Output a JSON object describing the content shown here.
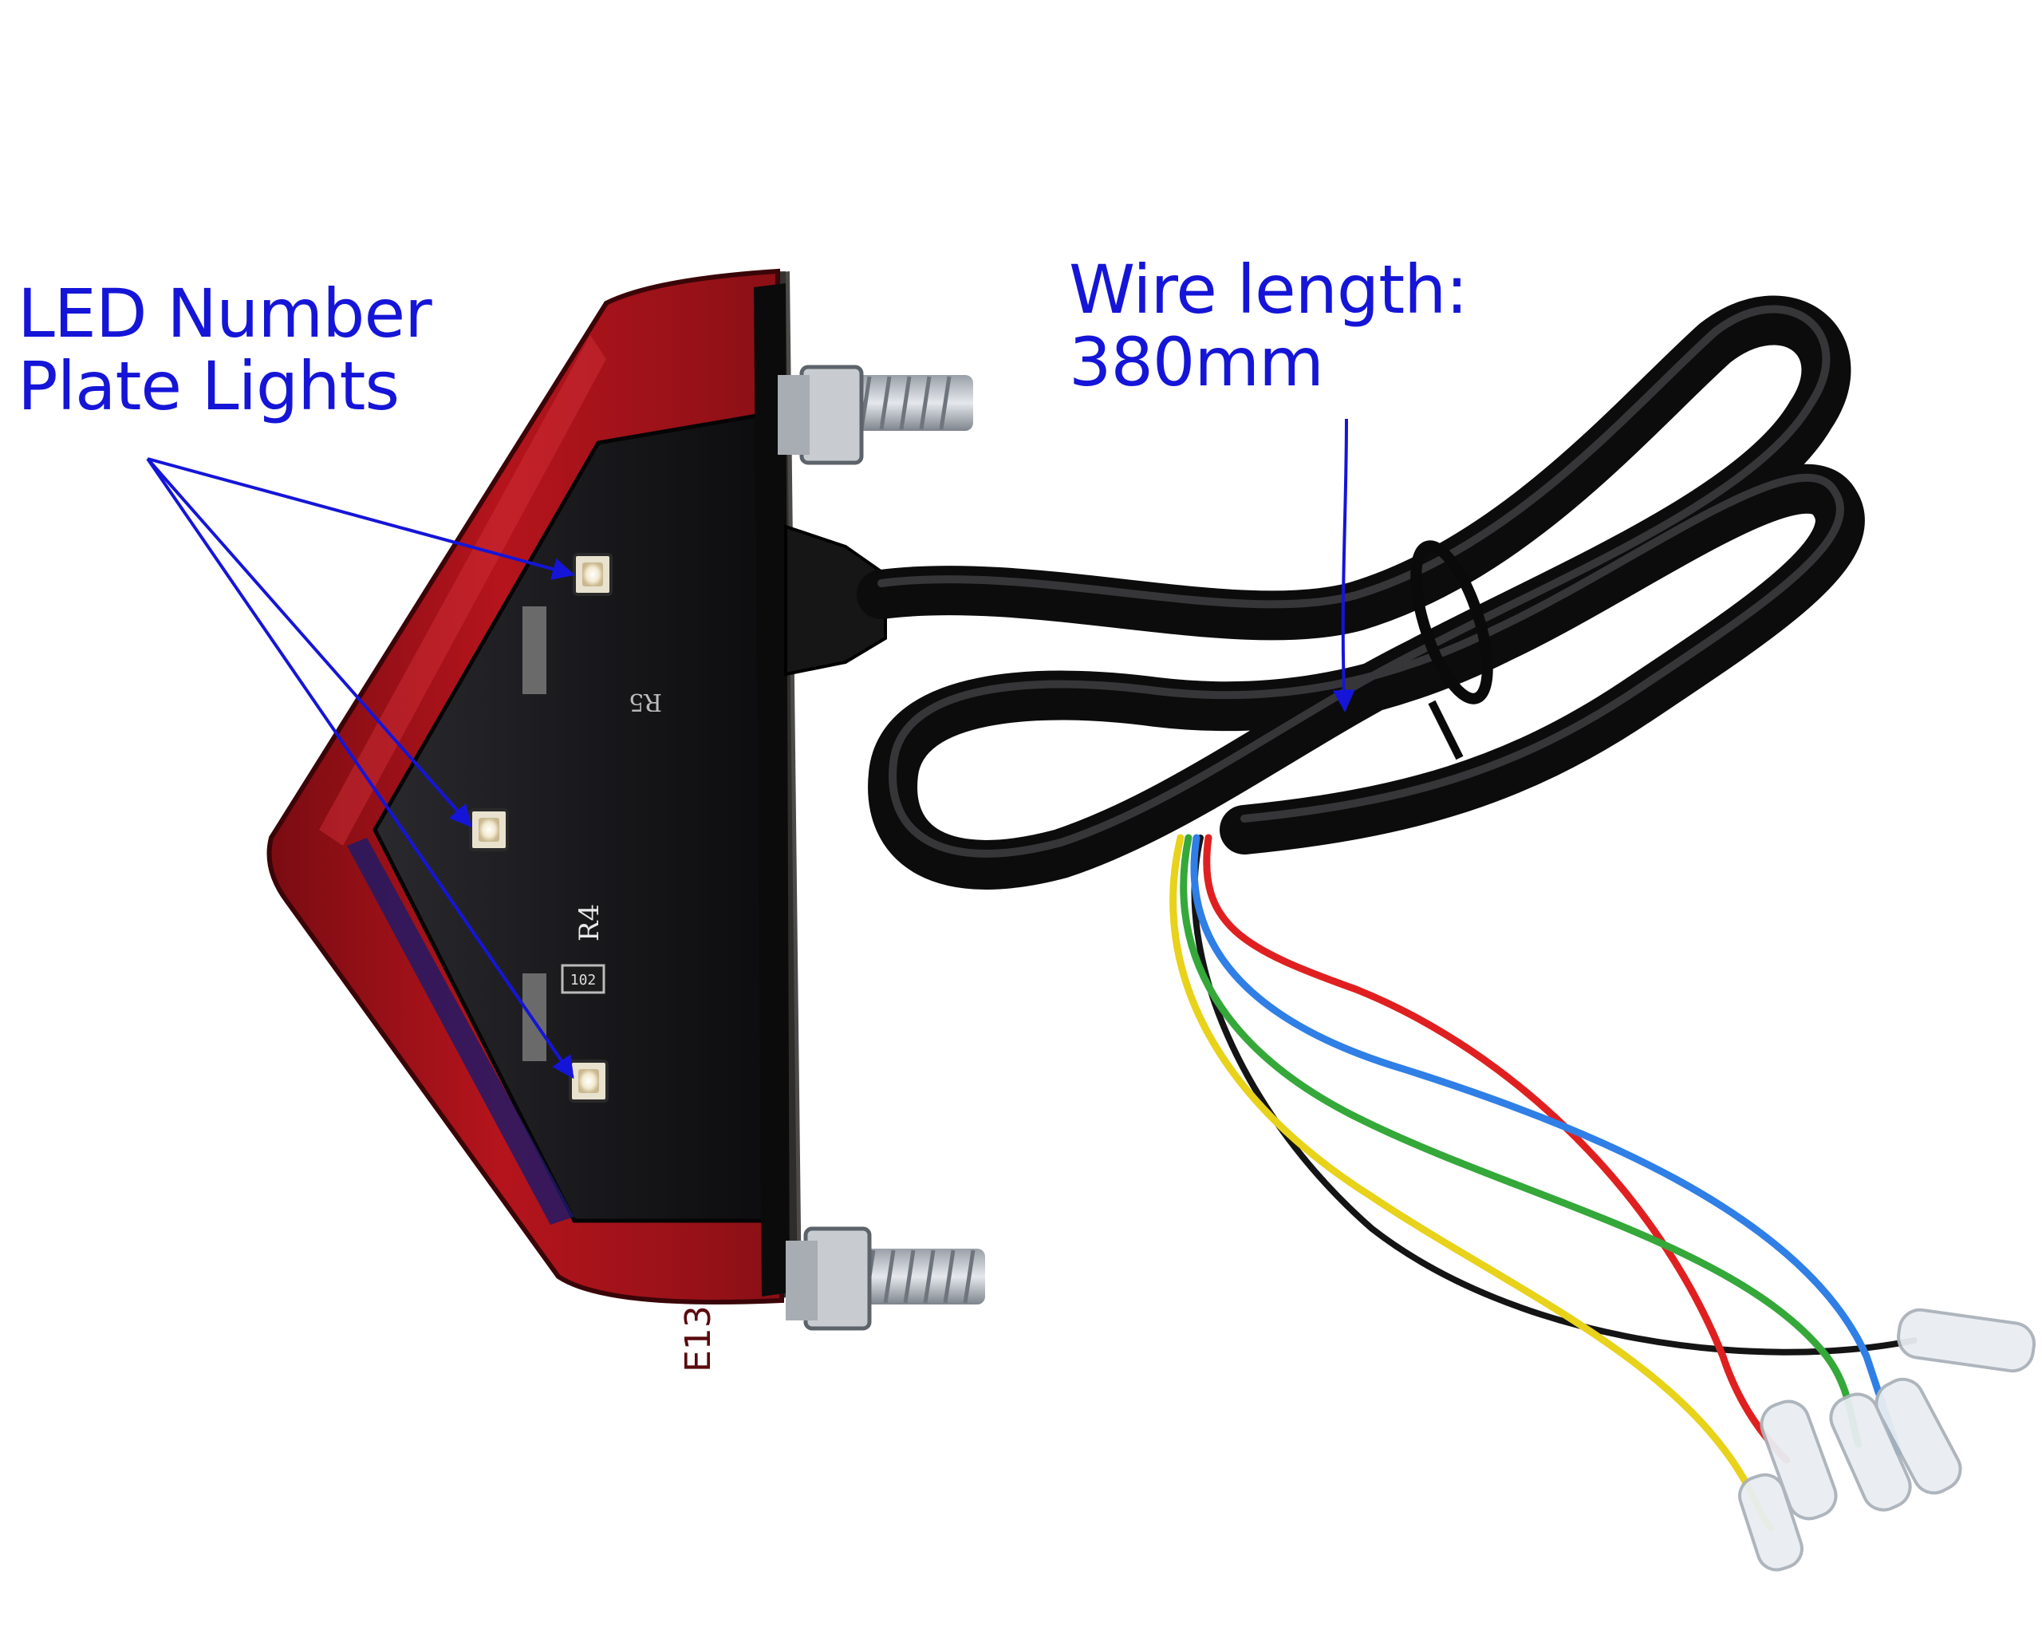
{
  "annotations": {
    "led_label": {
      "line1": "LED Number",
      "line2": "Plate Lights"
    },
    "wire_label": {
      "line1": "Wire length:",
      "line2": "380mm"
    }
  },
  "colors": {
    "annotation_text": "#1515d8",
    "arrow": "#1515d8",
    "lens_red": "#b2141c",
    "housing_black": "#151515",
    "cable_black": "#111111",
    "wire_red": "#e02020",
    "wire_blue": "#2f7fe6",
    "wire_green": "#35a83a",
    "wire_yellow": "#e8d21a",
    "wire_black": "#141414"
  },
  "pcb_markings": {
    "r4": "R4",
    "r5": "R5",
    "resistor_code": "102"
  },
  "lens_marking": {
    "code": "E13"
  }
}
